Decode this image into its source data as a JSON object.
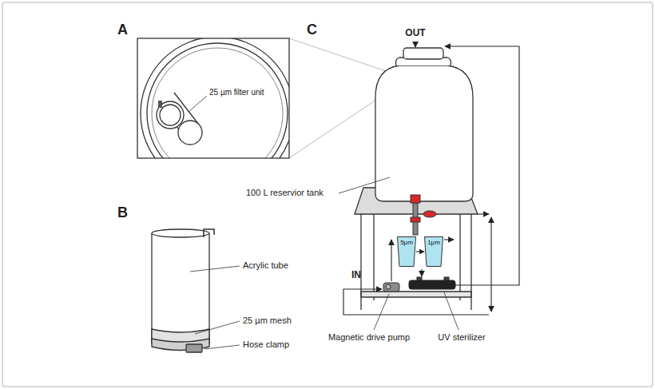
{
  "diagram": {
    "nodes": [
      {
        "text": [
          "5µm"
        ]
      },
      {
        "text": [
          "1µm"
        ]
      }
    ],
    "edges": [
      {
        "from": 0,
        "to": 1,
        "arrow": "to"
      }
    ],
    "labels": [
      "A",
      "B",
      "C",
      "25 µm filter unit",
      "Acrylic tube",
      "25 µm mesh",
      "Hose clamp",
      "100 L reservior tank",
      "OUT",
      "IN",
      "Magnetic drive pump",
      "UV sterilizer"
    ]
  }
}
